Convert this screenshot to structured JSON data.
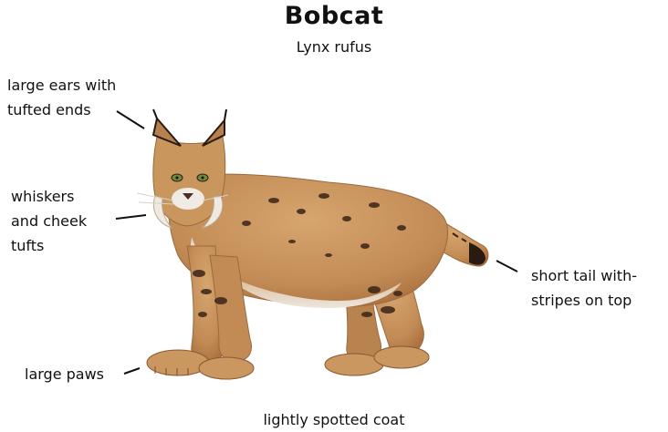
{
  "title": "Bobcat",
  "subtitle": "Lynx rufus",
  "labels": {
    "ears": [
      "large ears with",
      "tufted ends"
    ],
    "whiskers": [
      "whiskers",
      "and cheek",
      "tufts"
    ],
    "tail": [
      "short tail with-",
      "stripes on top"
    ],
    "paws": "large paws",
    "coat": "lightly spotted coat"
  },
  "colors": {
    "fur": "#c8935a",
    "fur_dark": "#8a5a30",
    "belly": "#e6ddd2",
    "spots": "#3a2418",
    "eyes": "#6f8a3a"
  }
}
